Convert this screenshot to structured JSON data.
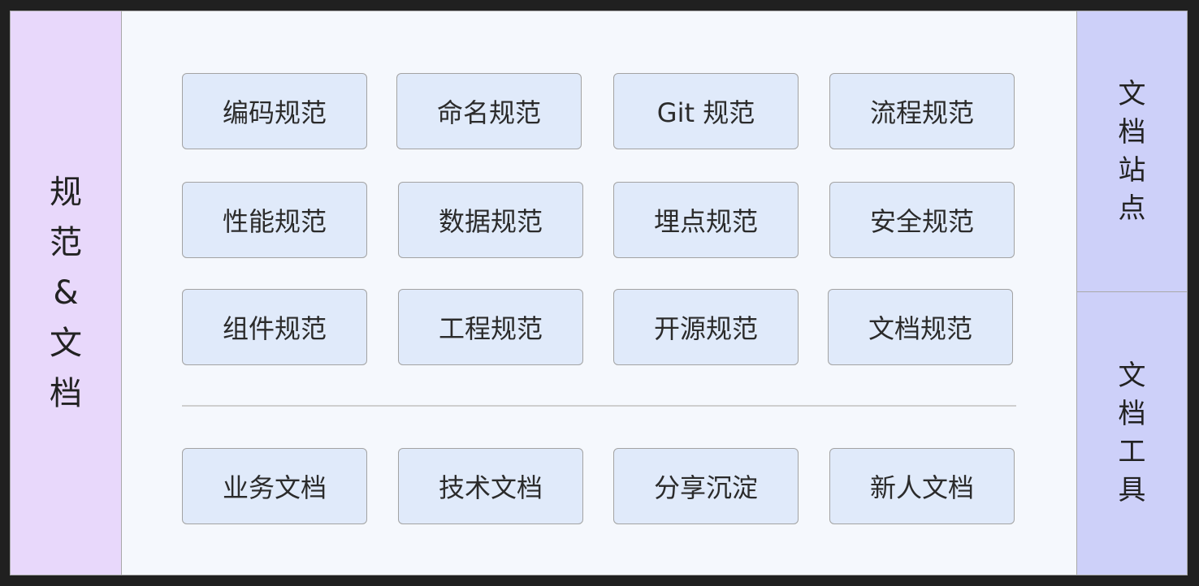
{
  "left_panel": {
    "chars": [
      "规",
      "范",
      "&",
      "文",
      "档"
    ]
  },
  "right_panels": [
    {
      "chars": [
        "文",
        "档",
        "站",
        "点"
      ]
    },
    {
      "chars": [
        "文",
        "档",
        "工",
        "具"
      ]
    }
  ],
  "standards": [
    [
      "编码规范",
      "命名规范",
      "Git 规范",
      "流程规范"
    ],
    [
      "性能规范",
      "数据规范",
      "埋点规范",
      "安全规范"
    ],
    [
      "组件规范",
      "工程规范",
      "开源规范",
      "文档规范"
    ]
  ],
  "docs": [
    "业务文档",
    "技术文档",
    "分享沉淀",
    "新人文档"
  ],
  "colors": {
    "left_panel_bg": "#e8d8fb",
    "right_panel_bg": "#cdd0f9",
    "node_bg": "#e0eafa",
    "main_bg": "#f5f8fd"
  }
}
